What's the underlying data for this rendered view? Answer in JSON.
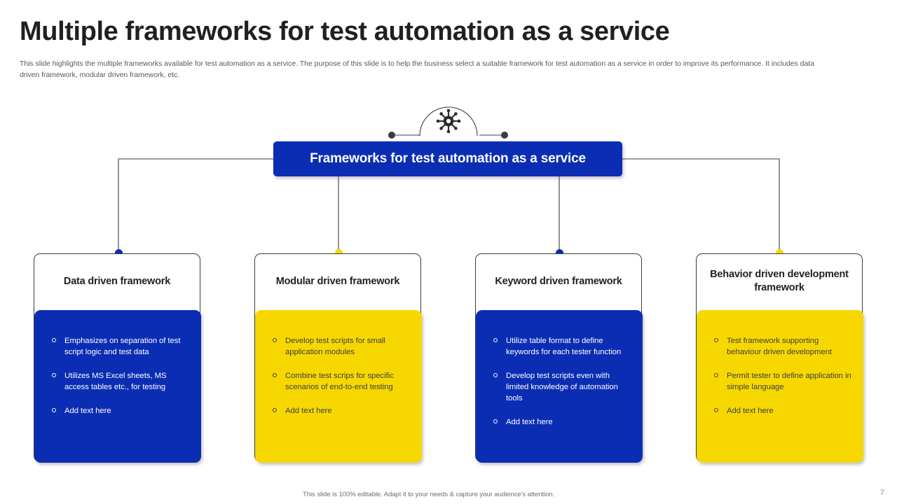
{
  "slide": {
    "title": "Multiple frameworks for test automation as a service",
    "subtitle": "This slide highlights the multiple frameworks available for test automation as a service. The purpose of this slide is to help the business select a suitable framework for test automation as a service in order to improve its performance. It includes data driven framework, modular driven framework, etc.",
    "footer_note": "This slide is 100% editable. Adapt it to your needs & capture your audience's attention.",
    "page_number": "7"
  },
  "colors": {
    "blue": "#0a2db4",
    "yellow": "#f6d800",
    "text_dark": "#231f20",
    "text_muted": "#58595b",
    "connector": "#3c3c3c"
  },
  "banner": {
    "label": "Frameworks for test automation as a service",
    "icon": "automation-hub-icon"
  },
  "cards": [
    {
      "title": "Data driven framework",
      "accent": "blue",
      "bullets": [
        "Emphasizes on separation of test script logic and test data",
        "Utilizes MS Excel sheets, MS access tables etc., for testing",
        "Add text here"
      ]
    },
    {
      "title": "Modular driven framework",
      "accent": "yellow",
      "bullets": [
        "Develop test scripts for small application modules",
        "Combine test scrips for specific scenarios of end-to-end testing",
        "Add text here"
      ]
    },
    {
      "title": "Keyword driven framework",
      "accent": "blue",
      "bullets": [
        "Utilize table format to define keywords for each tester function",
        "Develop test scripts even with limited knowledge of automation tools",
        "Add text here"
      ]
    },
    {
      "title": "Behavior driven development framework",
      "accent": "yellow",
      "bullets": [
        "Test framework supporting behaviour driven development",
        "Permit tester to define application in simple language",
        "Add text here"
      ]
    }
  ]
}
